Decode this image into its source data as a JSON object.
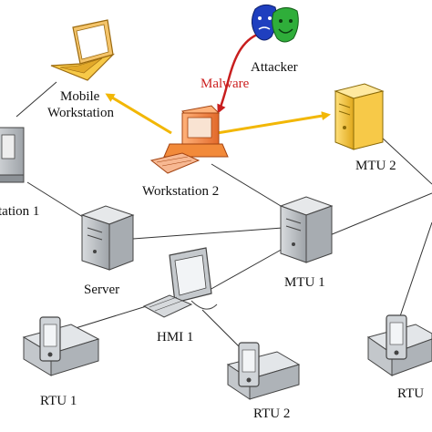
{
  "diagram": {
    "colors": {
      "link": "#333333",
      "attack_arrow": "#f2b705",
      "malware_arrow": "#c81e1e",
      "highlight_orange": "#f28a3a",
      "highlight_gold": "#f7c948",
      "device_gray": "#b9bec4"
    },
    "labels": {
      "attacker": "Attacker",
      "malware": "Malware",
      "mobile_workstation_1": "Mobile",
      "mobile_workstation_2": "Workstation",
      "workstation_2": "Workstation 2",
      "workstation_1": "tation 1",
      "mtu_2": "MTU 2",
      "mtu_1": "MTU 1",
      "server": "Server",
      "hmi_1": "HMI 1",
      "rtu_1": "RTU 1",
      "rtu_2": "RTU 2",
      "rtu_3": "RTU"
    },
    "icons": {
      "attacker": "theater-masks-icon",
      "mobile_workstation": "laptop-icon",
      "workstation": "desktop-computer-icon",
      "server": "server-tower-icon",
      "hmi": "monitor-keyboard-icon",
      "rtu": "handheld-device-icon"
    }
  }
}
